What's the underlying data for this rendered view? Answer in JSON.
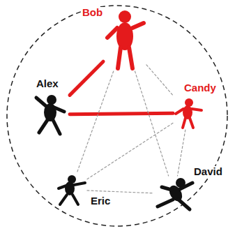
{
  "diagram": {
    "nodes": [
      {
        "text": [
          "Bob"
        ]
      },
      {
        "text": [
          "Candy"
        ]
      },
      {
        "text": [
          "Alex"
        ]
      },
      {
        "text": [
          "David"
        ]
      },
      {
        "text": [
          "Eric"
        ]
      }
    ],
    "edges": [
      {
        "from": 2,
        "to": 0,
        "arrow": "none"
      },
      {
        "from": 2,
        "to": 1,
        "arrow": "none"
      },
      {
        "from": 0,
        "to": 1,
        "arrow": "none"
      },
      {
        "from": 0,
        "to": 4,
        "arrow": "none"
      },
      {
        "from": 0,
        "to": 3,
        "arrow": "none"
      },
      {
        "from": 1,
        "to": 4,
        "arrow": "none"
      },
      {
        "from": 1,
        "to": 3,
        "arrow": "none"
      },
      {
        "from": 4,
        "to": 3,
        "arrow": "none"
      }
    ]
  }
}
